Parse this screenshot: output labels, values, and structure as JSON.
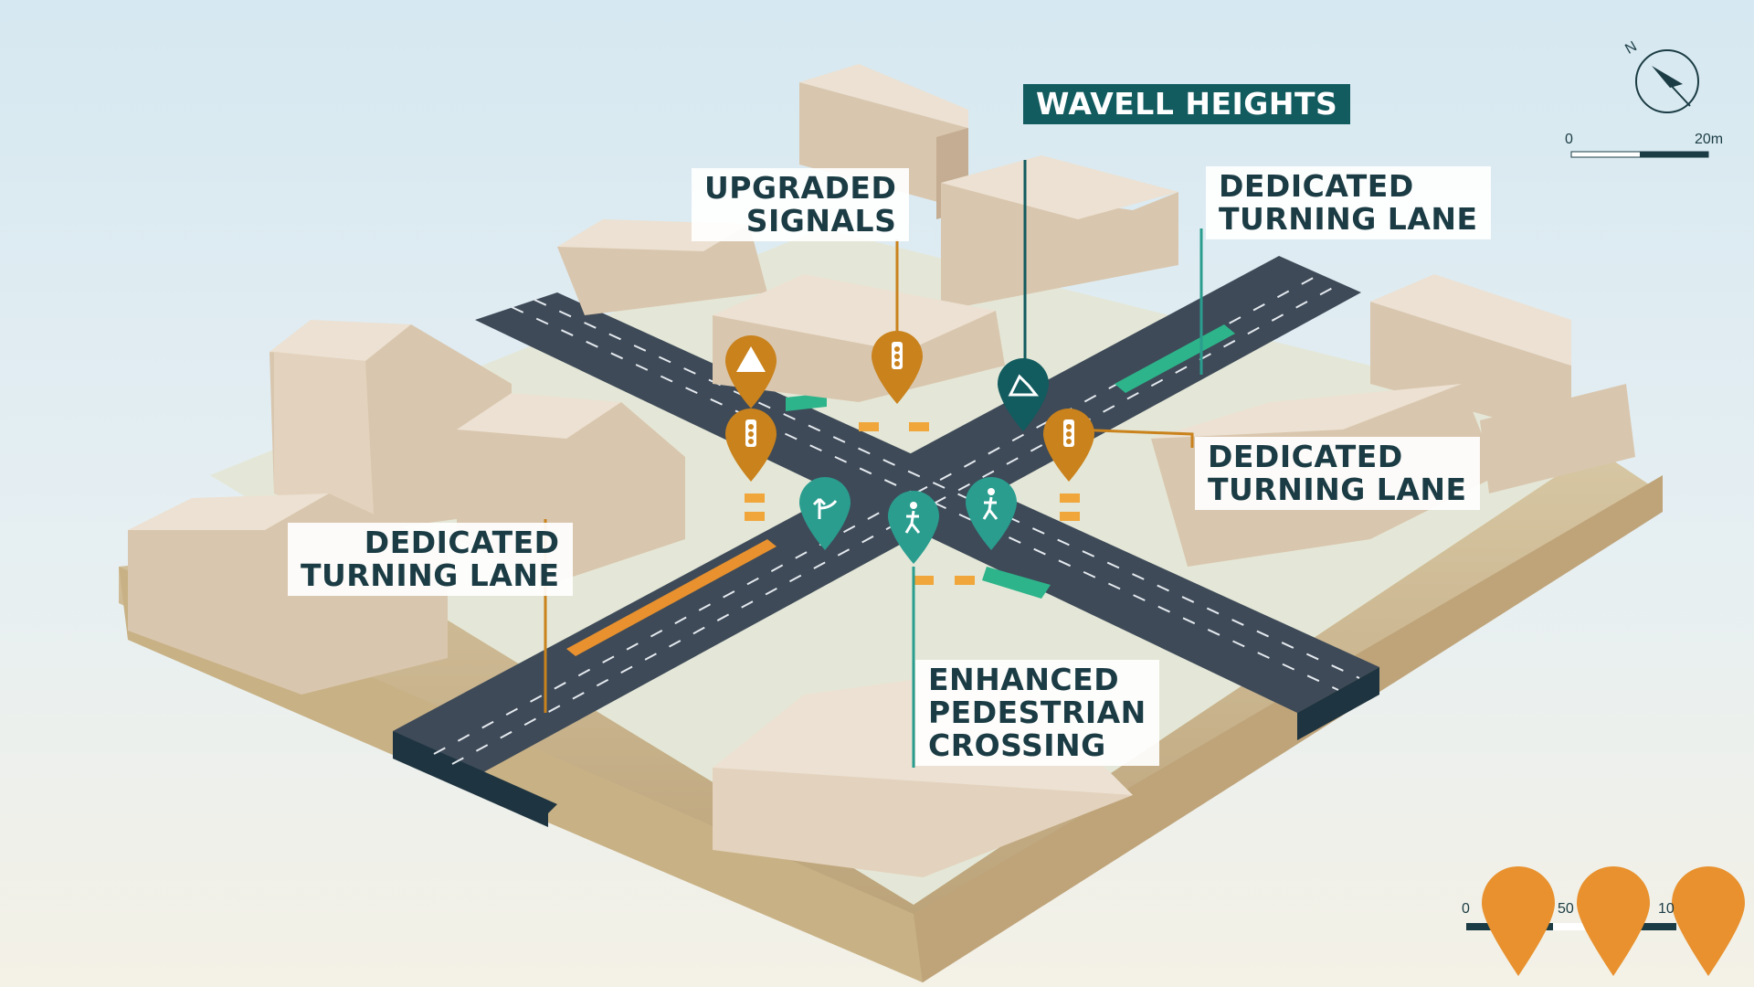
{
  "map": {
    "title": "WAVELL HEIGHTS",
    "callouts": {
      "upgraded_signals": [
        "UPGRADED",
        "SIGNALS"
      ],
      "turning_lane_ne": [
        "DEDICATED",
        "TURNING LANE"
      ],
      "turning_lane_e": [
        "DEDICATED",
        "TURNING LANE"
      ],
      "turning_lane_w": [
        "DEDICATED",
        "TURNING LANE"
      ],
      "pedestrian_crossing": [
        "ENHANCED",
        "PEDESTRIAN",
        "CROSSING"
      ]
    },
    "markers": [
      {
        "name": "warning-marker",
        "icon": "warning-triangle-icon",
        "color": "#c9821c"
      },
      {
        "name": "signal-marker-north",
        "icon": "traffic-light-icon",
        "color": "#c9821c"
      },
      {
        "name": "signal-marker-west",
        "icon": "traffic-light-icon",
        "color": "#c9821c"
      },
      {
        "name": "signal-marker-east",
        "icon": "traffic-light-icon",
        "color": "#c9821c"
      },
      {
        "name": "heights-marker",
        "icon": "hill-icon",
        "color": "#125b5f"
      },
      {
        "name": "turn-marker",
        "icon": "turn-arrow-icon",
        "color": "#2a9d8f"
      },
      {
        "name": "pedestrian-marker-1",
        "icon": "pedestrian-icon",
        "color": "#2a9d8f"
      },
      {
        "name": "pedestrian-marker-2",
        "icon": "pedestrian-icon",
        "color": "#2a9d8f"
      }
    ],
    "scale_top": {
      "start": "0",
      "end": "20m"
    },
    "scale_bottom": {
      "start": "0",
      "mid": "50",
      "end": "10"
    },
    "compass_label": "N",
    "colors": {
      "accent_orange": "#e8912e",
      "teal": "#125b5f",
      "road": "#3e4a58",
      "building": "#dccab4"
    }
  }
}
